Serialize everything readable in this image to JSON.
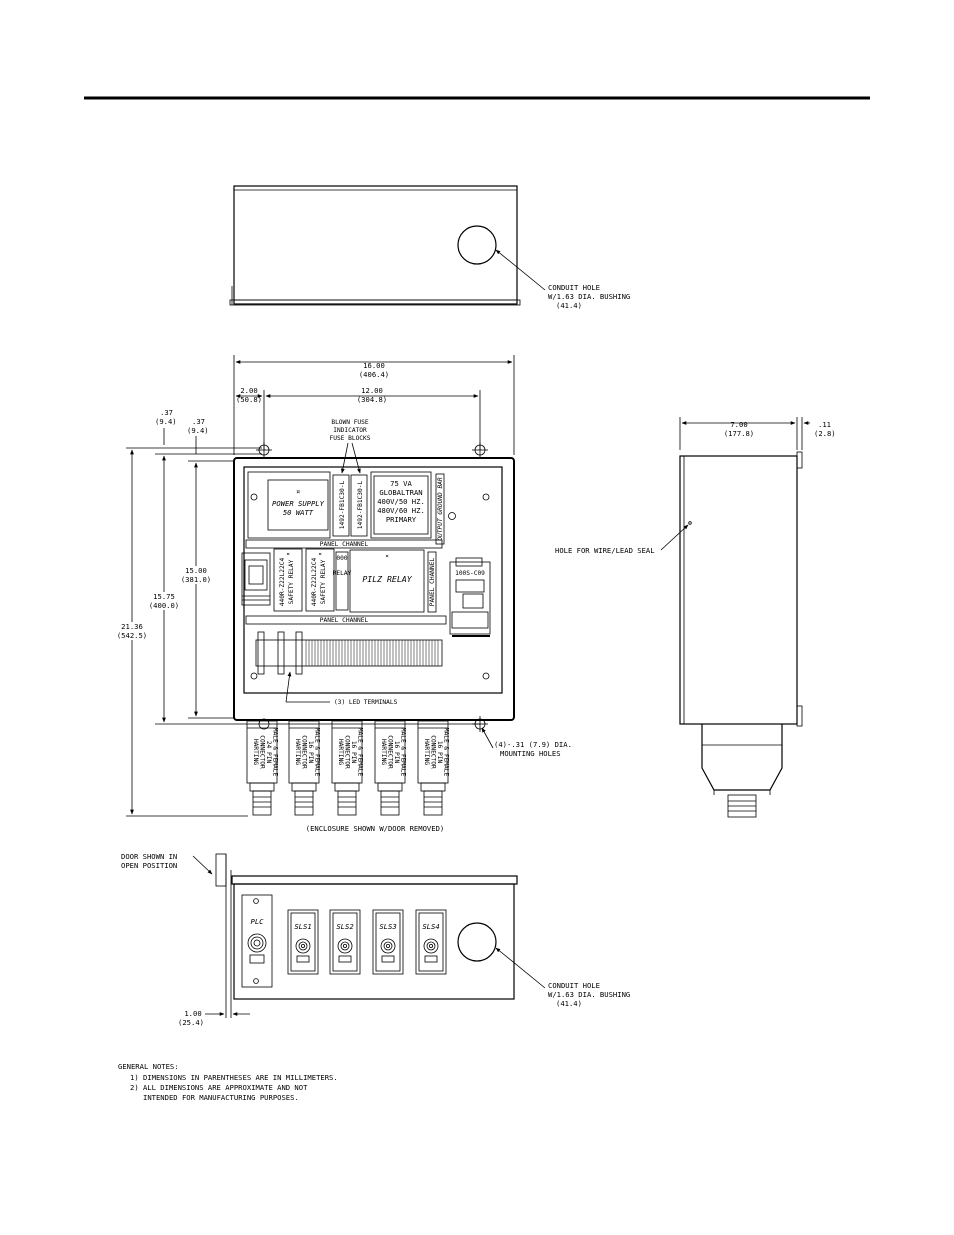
{
  "conduit_hole_top": {
    "line1": "CONDUIT HOLE",
    "line2": "W/1.63 DIA. BUSHING",
    "line3": "(41.4)"
  },
  "conduit_hole_bottom": {
    "line1": "CONDUIT HOLE",
    "line2": "W/1.63 DIA. BUSHING",
    "line3": "(41.4)"
  },
  "dimensions": {
    "width_total": {
      "in": "16.00",
      "mm": "(406.4)"
    },
    "left_offset": {
      "in": "2.00",
      "mm": "(50.8)"
    },
    "hole_spacing": {
      "in": "12.00",
      "mm": "(304.8)"
    },
    "small_a": {
      "in": ".37",
      "mm": "(9.4)"
    },
    "small_b": {
      "in": ".37",
      "mm": "(9.4)"
    },
    "height_15": {
      "in": "15.00",
      "mm": "(381.0)"
    },
    "height_1575": {
      "in": "15.75",
      "mm": "(400.0)"
    },
    "height_2136": {
      "in": "21.36",
      "mm": "(542.5)"
    },
    "depth": {
      "in": "7.00",
      "mm": "(177.8)"
    },
    "flange": {
      "in": ".11",
      "mm": "(2.8)"
    },
    "door_offset": {
      "in": "1.00",
      "mm": "(25.4)"
    }
  },
  "callouts": {
    "blown_fuse": [
      "BLOWN FUSE",
      "INDICATOR",
      "FUSE BLOCKS"
    ],
    "led_terminals": "(3) LED TERMINALS",
    "mounting_holes": [
      "(4)-.31 (7.9) DIA.",
      "MOUNTING HOLES"
    ],
    "enclosure_note": "(ENCLOSURE SHOWN W/DOOR REMOVED)",
    "hole_seal": "HOLE FOR WIRE/LEAD SEAL",
    "door_open": [
      "DOOR SHOWN IN",
      "OPEN POSITION"
    ]
  },
  "components": {
    "power_supply": [
      "POWER SUPPLY",
      "50 WATT"
    ],
    "fuse_1": "1492-FB1C30-L",
    "fuse_2": "1492-FB1C30-L",
    "transformer": [
      "75 VA",
      "GLOBALTRAN",
      "400V/50 HZ.",
      "480V/60 HZ.",
      "PRIMARY"
    ],
    "vertical_label": "OUTPUT GROUND BAR",
    "panel_channel_upper": "PANEL CHANNEL",
    "panel_channel_lower": "PANEL CHANNEL",
    "panel_channel_vert": "PANEL CHANNEL",
    "safety_relay_1": [
      "440R-Z22L22C4",
      "SAFETY RELAY"
    ],
    "safety_relay_2": [
      "440R-Z22L22C4",
      "SAFETY RELAY"
    ],
    "small_relay": [
      "000",
      "RELAY"
    ],
    "pilz_relay": "PILZ RELAY",
    "contactor": "100S-C09"
  },
  "connectors": [
    {
      "lines": [
        "HARTING",
        "CONNECTOR",
        "24 PIN",
        "MALE & FEMALE"
      ]
    },
    {
      "lines": [
        "HARTING",
        "CONNECTOR",
        "16 PIN",
        "MALE & FEMALE"
      ]
    },
    {
      "lines": [
        "HARTING",
        "CONNECTOR",
        "16 PIN",
        "MALE & FEMALE"
      ]
    },
    {
      "lines": [
        "HARTING",
        "CONNECTOR",
        "16 PIN",
        "MALE & FEMALE"
      ]
    },
    {
      "lines": [
        "HARTING",
        "CONNECTOR",
        "16 PIN",
        "MALE & FEMALE"
      ]
    }
  ],
  "bottom_connectors": [
    "PLC",
    "SLS1",
    "SLS2",
    "SLS3",
    "SLS4"
  ],
  "general_notes": {
    "title": "GENERAL NOTES:",
    "note1": "1) DIMENSIONS IN PARENTHESES ARE IN MILLIMETERS.",
    "note2a": "2) ALL DIMENSIONS ARE APPROXIMATE AND NOT",
    "note2b": "INTENDED FOR MANUFACTURING PURPOSES."
  }
}
